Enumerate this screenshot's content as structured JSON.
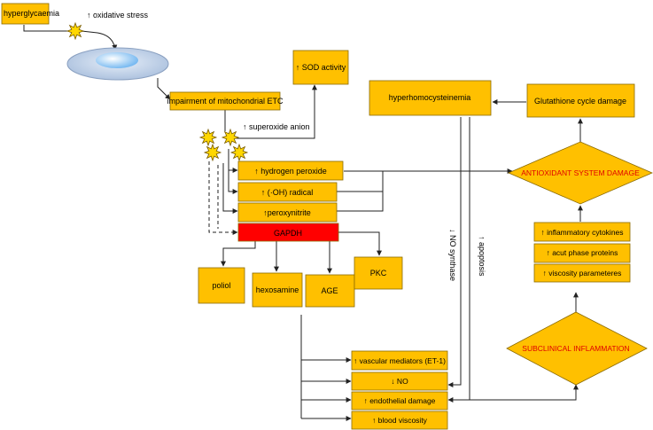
{
  "nodes": {
    "hyperglycaemia": "hyperglycaemia",
    "oxidative_stress": "↑ oxidative stress",
    "mito_etc": "impairment of mitochondrial ETC",
    "sod_activity": "↑ SOD activity",
    "superoxide": "↑ superoxide anion",
    "hydrogen_peroxide": "↑ hydrogen peroxide",
    "oh_radical": "↑ (·OH) radical",
    "peroxynitrite": "↑peroxynitrite",
    "gapdh": "GAPDH",
    "poliol": "poliol",
    "hexosamine": "hexosamine",
    "age": "AGE",
    "pkc": "PKC",
    "hyperhomocysteinemia": "hyperhomocysteinemia",
    "glutathione": "Glutathione cycle damage",
    "antioxidant_damage": "ANTIOXIDANT SYSTEM DAMAGE",
    "inflammatory_cytokines": "↑ inflammatory cytokines",
    "acute_phase": "↑ acut phase proteins",
    "viscosity_params": "↑ viscosity parameteres",
    "subclinical": "SUBCLINICAL  INFLAMMATION",
    "no_synthase": "↓ NO synthase",
    "apoptosis": "↑ apoptosis",
    "vascular_mediators": "↑ vascular mediators (ET-1)",
    "no": "↓ NO",
    "endothelial_damage": "↑ endothelial damage",
    "blood_viscosity": "↑ blood viscosity"
  },
  "colors": {
    "box_fill": "#FFC000",
    "box_stroke": "#8A6A00",
    "gapdh_fill": "#FF0000",
    "diamond_text": "#E00000",
    "star_fill": "#FFD700",
    "cell_outer": "#C6D6EC",
    "cell_inner": "#D8EEFF"
  }
}
